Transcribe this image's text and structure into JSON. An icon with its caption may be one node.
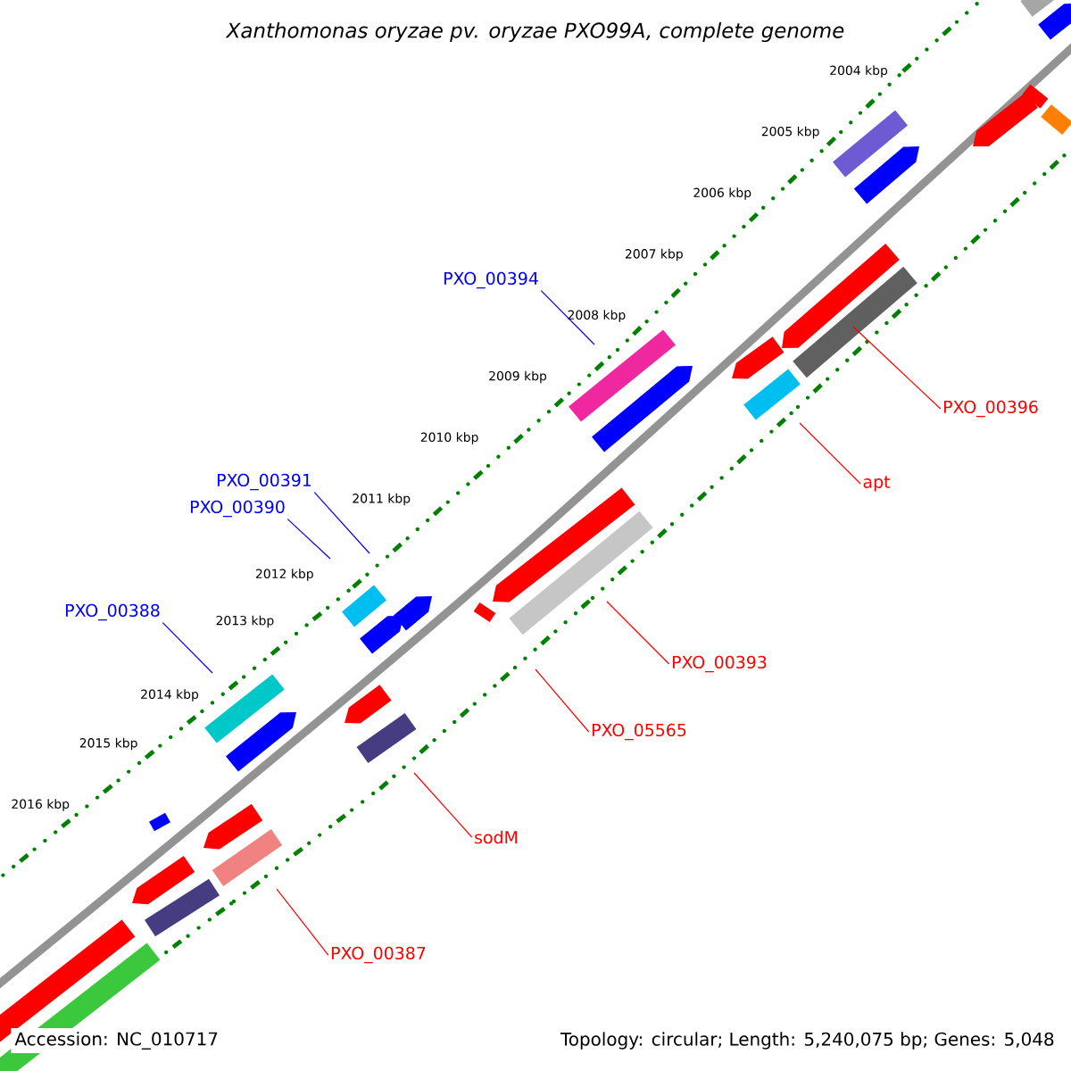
{
  "diagram": {
    "title": "Xanthomonas oryzae pv. oryzae PXO99A, complete genome",
    "nodes": [
      {
        "text": [
          "PXO_00394"
        ]
      },
      {
        "text": [
          "PXO_00391"
        ]
      },
      {
        "text": [
          "PXO_00390"
        ]
      },
      {
        "text": [
          "PXO_00388"
        ]
      },
      {
        "text": [
          "PXO_00396"
        ]
      },
      {
        "text": [
          "apt"
        ]
      },
      {
        "text": [
          "PXO_00393"
        ]
      },
      {
        "text": [
          "PXO_05565"
        ]
      },
      {
        "text": [
          "sodM"
        ]
      },
      {
        "text": [
          "PXO_00387"
        ]
      }
    ],
    "edges": [
      {
        "from": 0,
        "to": null,
        "arrow": "none",
        "color": "#0000ff"
      },
      {
        "from": 1,
        "to": null,
        "arrow": "none",
        "color": "#0000ff"
      },
      {
        "from": 2,
        "to": null,
        "arrow": "none",
        "color": "#0000ff"
      },
      {
        "from": 3,
        "to": null,
        "arrow": "none",
        "color": "#0000ff"
      },
      {
        "from": 4,
        "to": null,
        "arrow": "none"
      },
      {
        "from": 5,
        "to": null,
        "arrow": "none"
      },
      {
        "from": 6,
        "to": null,
        "arrow": "none"
      },
      {
        "from": 7,
        "to": null,
        "arrow": "none"
      },
      {
        "from": 8,
        "to": null,
        "arrow": "none"
      },
      {
        "from": 9,
        "to": null,
        "arrow": "none"
      }
    ],
    "labels": [
      "2004 kbp",
      "2005 kbp",
      "2006 kbp",
      "2007 kbp",
      "2008 kbp",
      "2009 kbp",
      "2010 kbp",
      "2011 kbp",
      "2012 kbp",
      "2013 kbp",
      "2014 kbp",
      "2015 kbp",
      "2016 kbp",
      "Accession: NC_010717",
      "Topology: circular; Length: 5,240,075 bp; Genes: 5,048"
    ]
  }
}
